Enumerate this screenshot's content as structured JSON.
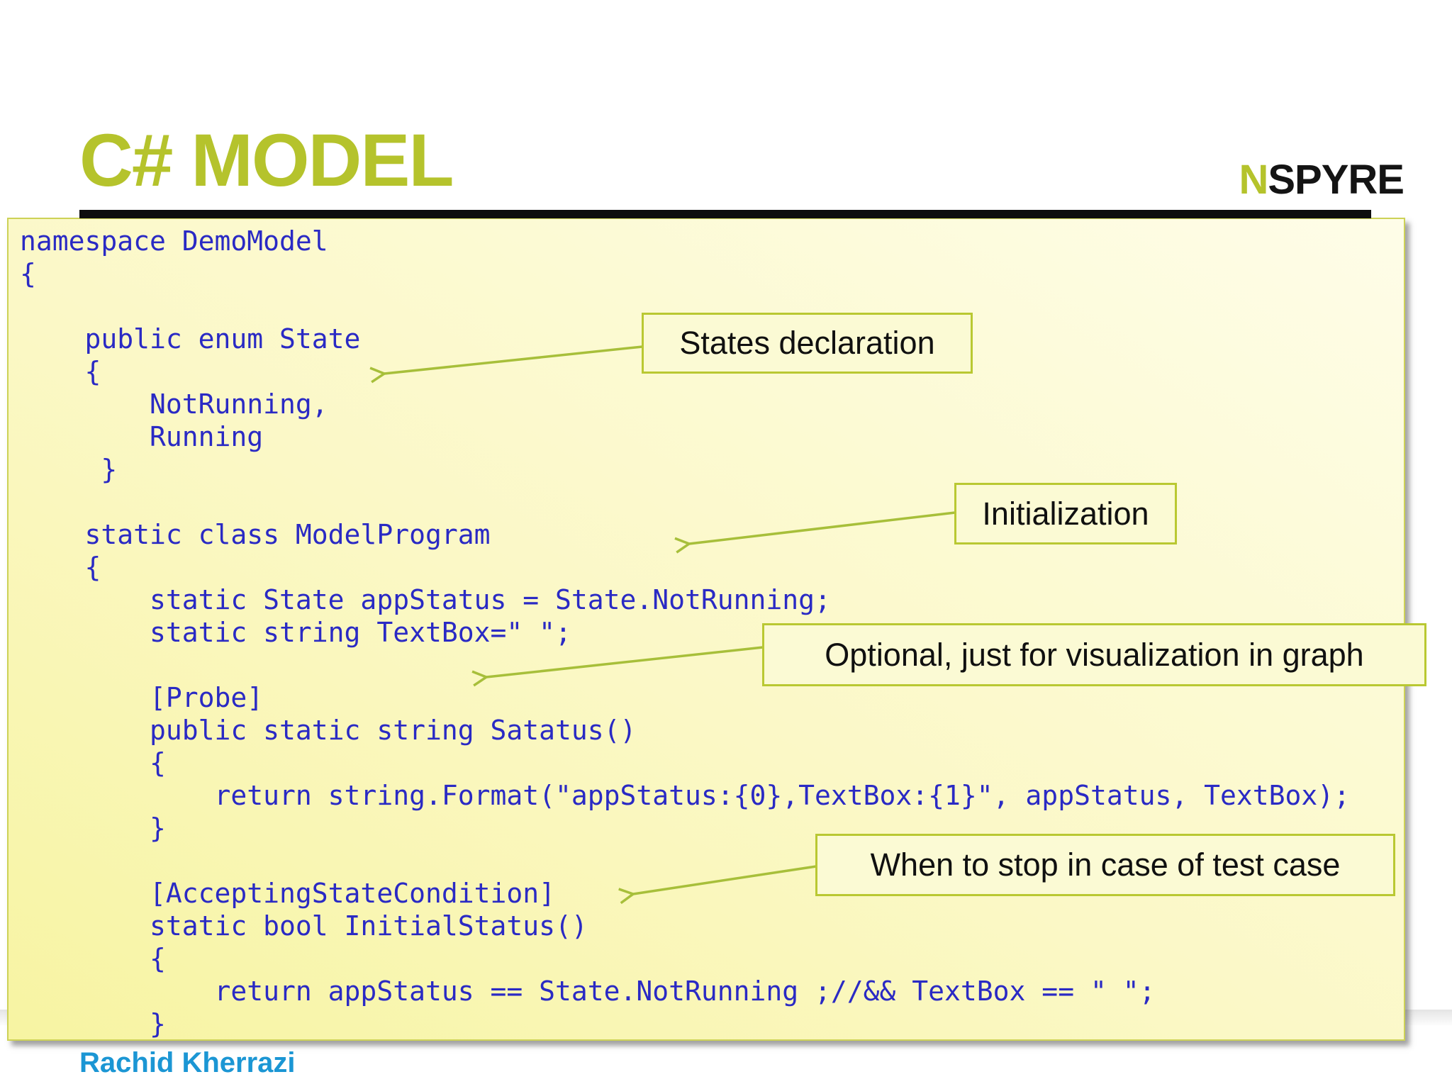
{
  "slide": {
    "title": "C# MODEL",
    "footer": "Rachid Kherrazi"
  },
  "logo": {
    "prefix": "N",
    "rest": "SPYRE"
  },
  "colors": {
    "accent_green": "#b5c32c",
    "callout_border_green": "#b9c832",
    "arrow_green": "#a7bf3a",
    "code_text_blue": "#2a2ac4",
    "footer_blue": "#1b96d4",
    "code_bg_top": "#fefde8",
    "code_bg_bottom": "#f7f4a2",
    "rule_black": "#0e0e0e"
  },
  "code": {
    "lines": [
      "namespace DemoModel",
      "{",
      "",
      "    public enum State",
      "    {",
      "        NotRunning,",
      "        Running",
      "     }",
      "",
      "    static class ModelProgram",
      "    {",
      "        static State appStatus = State.NotRunning;",
      "        static string TextBox=\" \";",
      "",
      "        [Probe]",
      "        public static string Satatus()",
      "        {",
      "            return string.Format(\"appStatus:{0},TextBox:{1}\", appStatus, TextBox);",
      "        }",
      "",
      "        [AcceptingStateCondition]",
      "        static bool InitialStatus()",
      "        {",
      "            return appStatus == State.NotRunning ;//&& TextBox == \" \";",
      "        }"
    ]
  },
  "callouts": {
    "states": "States declaration",
    "initialization": "Initialization",
    "optional": "Optional, just for visualization in graph",
    "stop": "When to stop in case of test case"
  }
}
